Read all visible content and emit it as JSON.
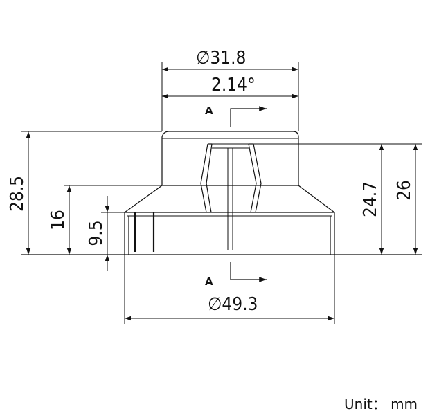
{
  "dimensions": {
    "top_diameter": "∅31.8",
    "angle": "2.14°",
    "total_height": "28.5",
    "skirt_height": "16",
    "base_height": "9.5",
    "knob_height": "24.7",
    "cap_height": "26",
    "bottom_diameter": "∅49.3"
  },
  "section_marker": {
    "label_top": "A",
    "label_bottom": "A"
  },
  "unit": {
    "label": "Unit：",
    "value": "mm"
  }
}
